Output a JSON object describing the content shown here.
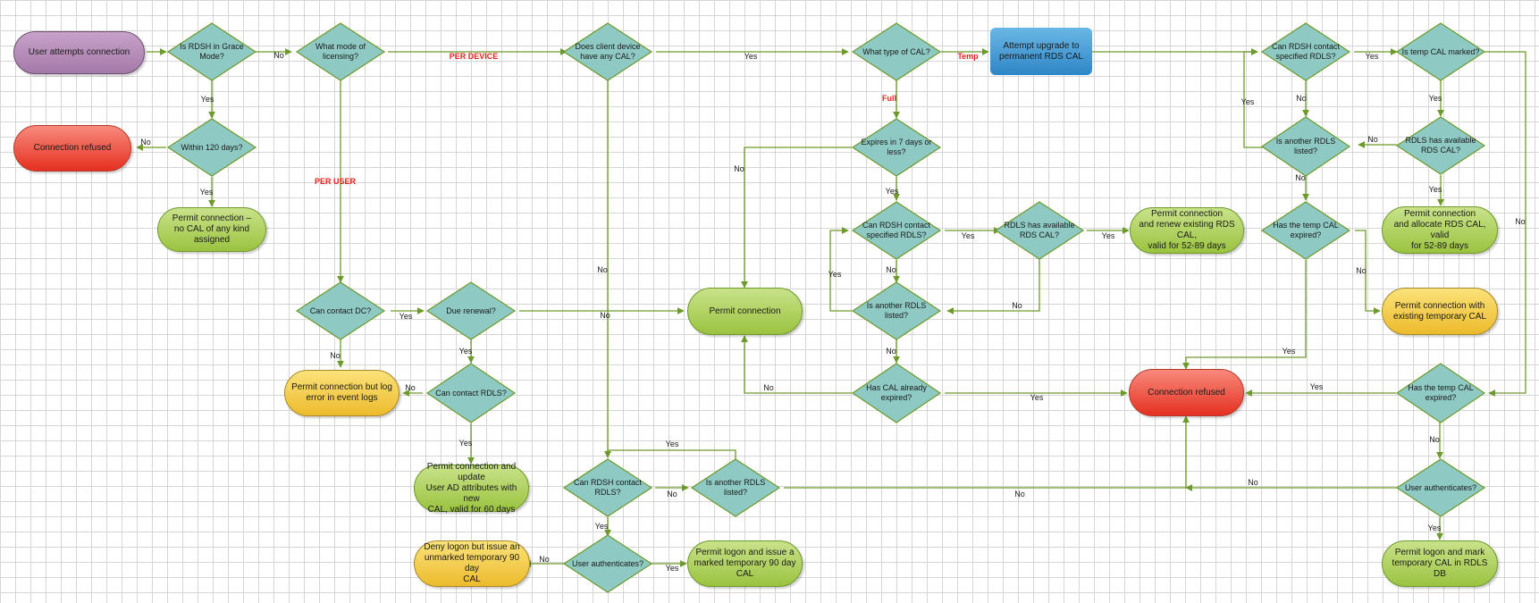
{
  "colors": {
    "line": "#6d9a2a",
    "diamond_fill": "#8ec9c3",
    "red_label": "#e0231e"
  },
  "terminals": {
    "start": "User attempts connection",
    "refused_top": "Connection refused",
    "permit_no_cal": "Permit connection –\nno CAL of any kind assigned",
    "upgrade": "Attempt upgrade to\npermanent RDS CAL",
    "permit_log_error": "Permit connection but log\nerror in event logs",
    "permit_update_ad": "Permit connection and update\nUser AD attributes with new\nCAL, valid for 60 days",
    "permit_center": "Permit connection",
    "permit_renew": "Permit connection\nand renew existing RDS CAL,\nvalid for 52-89 days",
    "permit_allocate": "Permit connection\nand allocate RDS CAL, valid\nfor 52-89 days",
    "permit_existing_temp": "Permit connection with\nexisting  temporary CAL",
    "refused_center": "Connection refused",
    "deny_logon": "Deny logon but issue an\nunmarked temporary 90 day\nCAL",
    "permit_logon_marked": "Permit logon and issue a\nmarked temporary 90 day\nCAL",
    "permit_logon_mark": "Permit logon and mark\ntemporary CAL in RDLS DB"
  },
  "decisions": {
    "grace_mode": "Is RDSH in Grace\nMode?",
    "within_120": "Within 120 days?",
    "licensing_mode": "What mode of\nlicensing?",
    "can_contact_dc": "Can contact DC?",
    "due_renewal": "Due renewal?",
    "can_contact_rdls": "Can contact RDLS?",
    "client_has_cal": "Does client device\nhave any CAL?",
    "rdsh_contact_rdls_bottom": "Can RDSH contact\nRDLS?",
    "another_rdls_bottom": "Is another RDLS\nlisted?",
    "user_auth_bottom": "User authenticates?",
    "cal_type": "What type of CAL?",
    "expires_7_days": "Expires in 7 days or\nless?",
    "rdsh_contact_specified_mid": "Can RDSH contact\nspecified RDLS?",
    "rdls_available_mid": "RDLS has available\nRDS CAL?",
    "another_rdls_mid": "Is another RDLS\nlisted?",
    "cal_expired": "Has CAL already\nexpired?",
    "rdsh_contact_specified_right": "Can RDSH contact\nspecified RDLS?",
    "temp_cal_marked": "Is temp CAL marked?",
    "another_rdls_right": "Is another RDLS\nlisted?",
    "rdls_available_right": "RDLS has available\nRDS CAL?",
    "temp_expired_upper": "Has the temp CAL\nexpired?",
    "temp_expired_lower": "Has the temp CAL\nexpired?",
    "user_auth_right": "User authenticates?"
  },
  "labels": {
    "yes": "Yes",
    "no": "No",
    "per_device": "PER DEVICE",
    "per_user": "PER USER",
    "temp": "Temp",
    "full": "Full"
  }
}
